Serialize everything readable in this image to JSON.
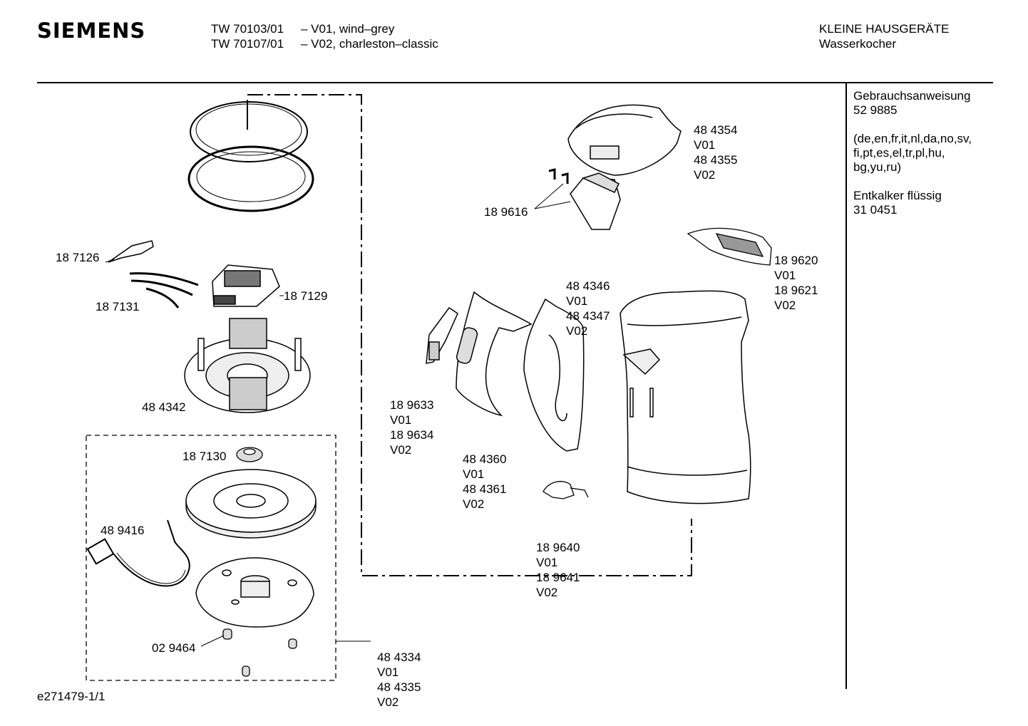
{
  "header": {
    "brand": "SIEMENS",
    "models": [
      {
        "number": "TW 70103/01",
        "variant": "– V01, wind–grey"
      },
      {
        "number": "TW 70107/01",
        "variant": "– V02, charleston–classic"
      }
    ],
    "category": "KLEINE HAUSGERÄTE",
    "product": "Wasserkocher"
  },
  "sidebar": {
    "manual_title": "Gebrauchsanweisung",
    "manual_number": "52 9885",
    "languages": [
      "(de,en,fr,it,nl,da,no,sv,",
      "fi,pt,es,el,tr,pl,hu,",
      "bg,yu,ru)"
    ],
    "descaler_title": "Entkalker flüssig",
    "descaler_number": "31 0451"
  },
  "parts": {
    "p484354": [
      "48 4354",
      "V01",
      "48 4355",
      "V02"
    ],
    "p189616": [
      "18 9616"
    ],
    "p189620": [
      "18 9620",
      "V01",
      "18 9621",
      "V02"
    ],
    "p484346": [
      "48 4346",
      "V01",
      "48 4347",
      "V02"
    ],
    "p187126": [
      "18 7126"
    ],
    "p187131": [
      "18 7131"
    ],
    "p187129": [
      "18 7129"
    ],
    "p189633": [
      "18 9633",
      "V01",
      "18 9634",
      "V02"
    ],
    "p484360": [
      "48 4360",
      "V01",
      "48 4361",
      "V02"
    ],
    "p484342": [
      "48 4342"
    ],
    "p187130": [
      "18 7130"
    ],
    "p489416": [
      "48 9416"
    ],
    "p189640": [
      "18 9640",
      "V01",
      "18 9641",
      "V02"
    ],
    "p029464": [
      "02 9464"
    ],
    "p484334": [
      "48 4334",
      "V01",
      "48 4335",
      "V02"
    ]
  },
  "footer": {
    "doc_id": "e271479-1/1"
  }
}
